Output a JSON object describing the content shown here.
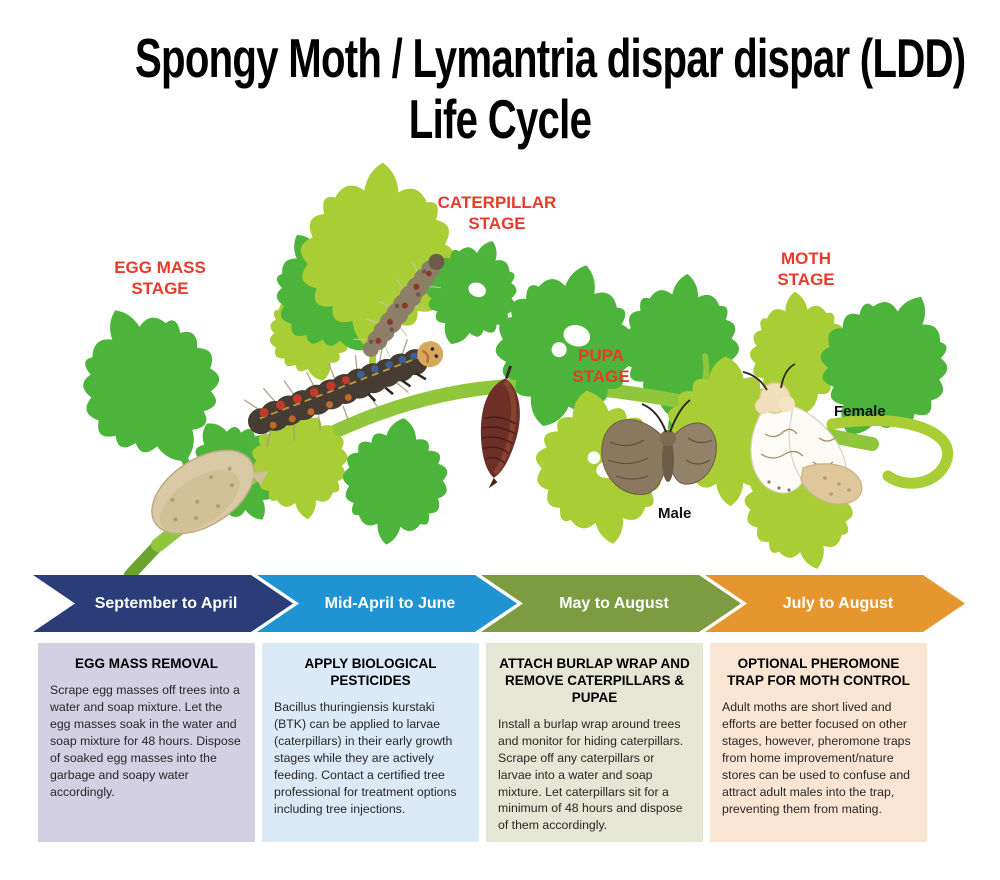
{
  "title": {
    "line1": "Spongy Moth / Lymantria dispar dispar (LDD)",
    "line2": "Life Cycle"
  },
  "diagram": {
    "label_color": "#e73b2b",
    "stage_labels": {
      "egg": {
        "line1": "EGG MASS",
        "line2": "STAGE"
      },
      "caterpillar": {
        "line1": "CATERPILLAR",
        "line2": "STAGE"
      },
      "pupa": {
        "line1": "PUPA",
        "line2": "STAGE"
      },
      "moth": {
        "line1": "MOTH",
        "line2": "STAGE"
      }
    },
    "moth_labels": {
      "male": "Male",
      "female": "Female"
    },
    "illustration_parts": [
      "oak-branch",
      "oak-leaves",
      "egg-mass",
      "large-caterpillar",
      "small-caterpillar",
      "pupa",
      "male-moth",
      "female-moth"
    ]
  },
  "timeline": [
    {
      "label": "September to April",
      "color": "#2b3d78"
    },
    {
      "label": "Mid-April to June",
      "color": "#2093d3"
    },
    {
      "label": "May to August",
      "color": "#7d9b40"
    },
    {
      "label": "July to August",
      "color": "#e6962e"
    }
  ],
  "boxes": [
    {
      "title": "EGG MASS REMOVAL",
      "body": "Scrape egg masses off trees into a water and soap mixture. Let the egg masses soak in the water and soap mixture for 48 hours. Dispose of soaked egg masses into the garbage and soapy water accordingly.",
      "bg": "#d2d0e2"
    },
    {
      "title": "APPLY BIOLOGICAL PESTICIDES",
      "body": "Bacillus thuringiensis kurstaki (BTK) can be applied to larvae (caterpillars) in their early growth stages while they are actively feeding. Contact a certified tree professional for treatment options including tree injections.",
      "bg": "#dce9f6"
    },
    {
      "title": "ATTACH BURLAP WRAP AND REMOVE CATERPILLARS & PUPAE",
      "body": "Install a burlap wrap around trees and monitor for hiding caterpillars. Scrape off any caterpillars or larvae into a water and soap mixture. Let caterpillars sit for a minimum of 48 hours and dispose of them accordingly.",
      "bg": "#e5e6d3"
    },
    {
      "title": "OPTIONAL PHEROMONE TRAP FOR MOTH CONTROL",
      "body": "Adult moths are short lived and efforts are better focused on other stages, however, pheromone traps from home improvement/nature stores can be used to confuse and attract adult males into the trap, preventing them from mating.",
      "bg": "#f9e5d2"
    }
  ]
}
